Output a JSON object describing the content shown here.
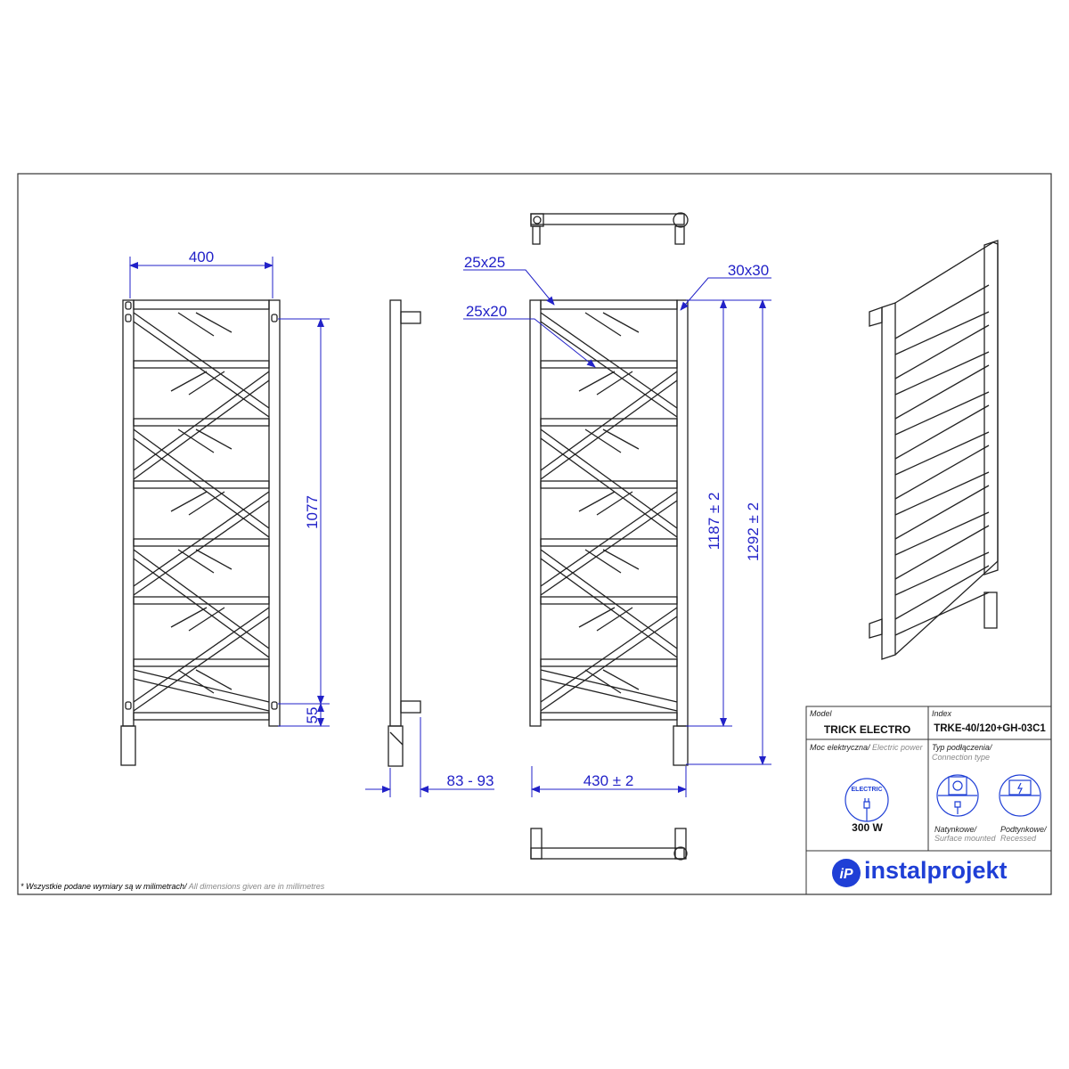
{
  "dimensions": {
    "width_400": "400",
    "height_1077": "1077",
    "offset_55": "55",
    "depth": "83 - 93",
    "tube_25x25": "25x25",
    "tube_25x20": "25x20",
    "tube_30x30": "30x30",
    "height_1187": "1187 ± 2",
    "height_1292": "1292 ± 2",
    "width_430": "430 ± 2"
  },
  "title_block": {
    "model_label": "Model",
    "model_value": "TRICK ELECTRO",
    "index_label": "Index",
    "index_value": "TRKE-40/120+GH-03C1",
    "power_label_pl": "Moc elektryczna/",
    "power_label_en": "Electric power",
    "electric_badge": "ELECTRIC",
    "power_value": "300 W",
    "connection_label_pl": "Typ podłączenia/",
    "connection_label_en": "Connection type",
    "surface_pl": "Natynkowe/",
    "surface_en": "Surface mounted",
    "recessed_pl": "Podtynkowe/",
    "recessed_en": "Recessed",
    "logo_text": "instalprojekt"
  },
  "footnote": {
    "pl": "* Wszystkie podane wymiary są w milimetrach/",
    "en": "All dimensions given are in millimetres"
  },
  "colors": {
    "dimension": "#2222c8",
    "brand": "#1f3fd6"
  }
}
